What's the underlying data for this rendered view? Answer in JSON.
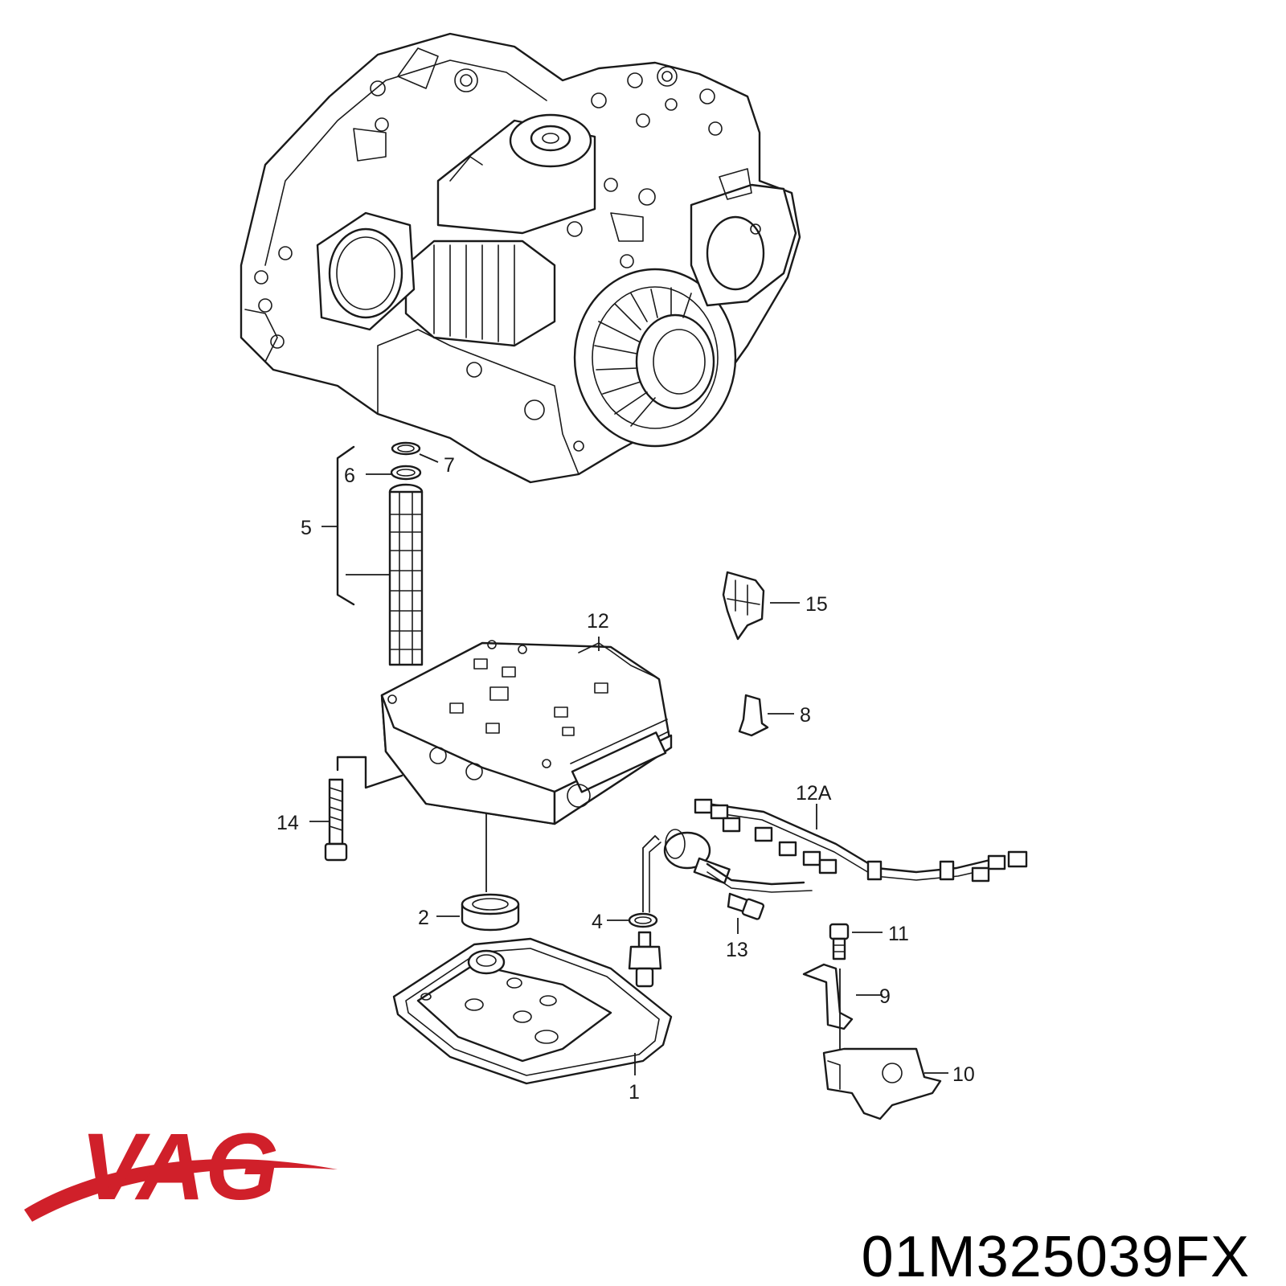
{
  "callouts": {
    "c1": "1",
    "c2": "2",
    "c4": "4",
    "c5": "5",
    "c6": "6",
    "c7": "7",
    "c8": "8",
    "c9": "9",
    "c10": "10",
    "c11": "11",
    "c12": "12",
    "c12a": "12A",
    "c13": "13",
    "c14": "14",
    "c15": "15"
  },
  "brand": {
    "logo_text": "VAG",
    "logo_color": "#d0202a"
  },
  "part_number": "01M325039FX"
}
